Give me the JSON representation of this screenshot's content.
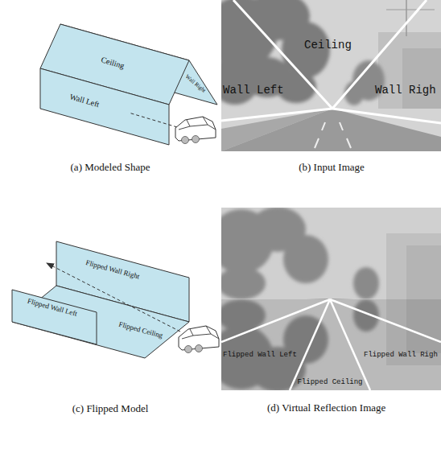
{
  "diagram": {
    "labels": [
      "Ceiling",
      "Wall Left",
      "Wall Right",
      "(a) Modeled Shape",
      "Ceiling",
      "Wall Left",
      "Wall Righ",
      "(b) Input Image",
      "Flipped Wall Right",
      "Flipped Wall Left",
      "Flipped Ceiling",
      "(c) Flipped Model",
      "Flipped Wall Left",
      "Flipped Ceiling",
      "Flipped Wall Righ",
      "(d) Virtual Reflection Image"
    ]
  }
}
